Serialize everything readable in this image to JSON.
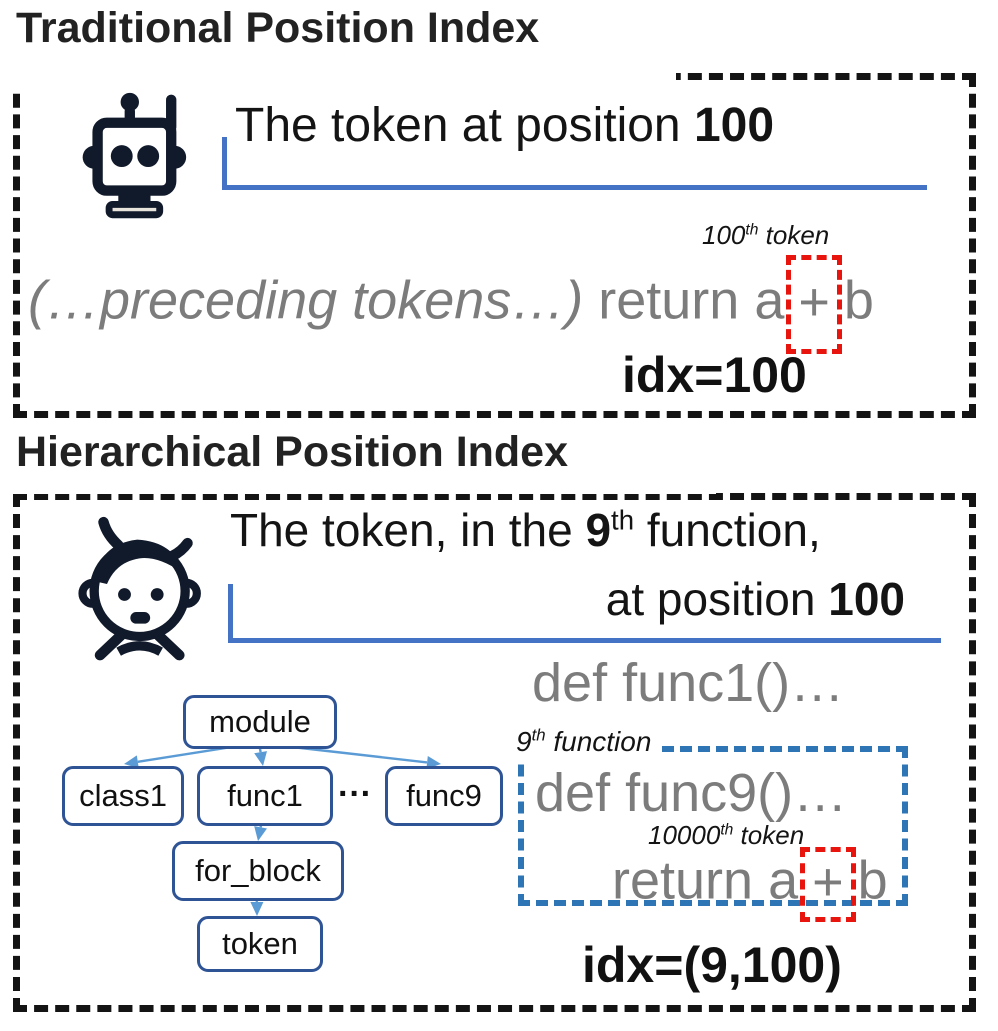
{
  "colors": {
    "text_black": "#141414",
    "text_gray": "#7c7c7c",
    "accent_blue": "#4472c4",
    "tree_node_border": "#2f5496",
    "arrow_blue": "#5b9bd5",
    "dashed_box_blue": "#2e75b6",
    "dashed_box_red": "#e8150e",
    "dashed_frame_black": "#141414",
    "icon_dark": "#111a2b"
  },
  "traditional": {
    "title": "Traditional Position Index",
    "speech": {
      "text": "The token at position ",
      "emph": "100"
    },
    "token_annotation": {
      "base": "100",
      "sup": "th",
      "rest": " token"
    },
    "code": {
      "context_italic": "(…preceding tokens…)",
      "pre": " return a",
      "boxed_token": "+",
      "post": "b"
    },
    "index_label": "idx=100"
  },
  "hierarchical": {
    "title": "Hierarchical Position Index",
    "speech_line1": {
      "text": "The token, in the ",
      "emph": "9",
      "sup": "th",
      "rest": " function,"
    },
    "speech_line2": {
      "text": "at position ",
      "emph": "100"
    },
    "tree": {
      "module": "module",
      "class1": "class1",
      "func1": "func1",
      "ellipsis": "···",
      "func9": "func9",
      "for_block": "for_block",
      "token": "token"
    },
    "code": {
      "line1": "def func1()…",
      "func_annotation": {
        "base": "9",
        "sup": "th",
        "rest": " function"
      },
      "line2": "def func9()…",
      "token_annotation": {
        "base": "10000",
        "sup": "th",
        "rest": " token"
      },
      "return_line": {
        "pre": "return a",
        "boxed_token": "+",
        "post": "b"
      }
    },
    "index_label": "idx=(9,100)"
  }
}
